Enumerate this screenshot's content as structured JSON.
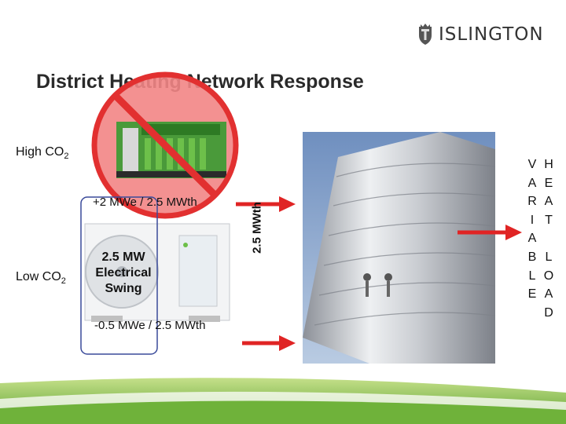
{
  "header": {
    "logo_text": "ISLINGTON"
  },
  "slide": {
    "title": "District Heating Network Response"
  },
  "labels": {
    "high_co2": "High CO",
    "high_co2_sub": "2",
    "low_co2": "Low CO",
    "low_co2_sub": "2",
    "upper_output": "+2 MWe / 2.5 MWth",
    "lower_output": "-0.5 MWe / 2.5 MWth",
    "thermal_capacity": "2.5 MWth",
    "swing": [
      "2.5 MW",
      "Electrical",
      "Swing"
    ],
    "variable_letters": [
      "V",
      "A",
      "R",
      "I",
      "A",
      "B",
      "L",
      "E"
    ],
    "heat_letters": [
      "H",
      "E",
      "A",
      "T",
      "",
      "L",
      "O",
      "A",
      "D"
    ]
  },
  "colors": {
    "no_sign": "#e23030",
    "arrow": "#e02424",
    "frame": "#3a4a9a",
    "footer_green": "#8cc63f"
  },
  "icons": [
    "islington-crest-icon",
    "no-entry-sign-icon",
    "arrow-right-icon"
  ],
  "images": [
    "chp-engine-image",
    "heat-pump-image",
    "thermal-store-tank-image"
  ]
}
